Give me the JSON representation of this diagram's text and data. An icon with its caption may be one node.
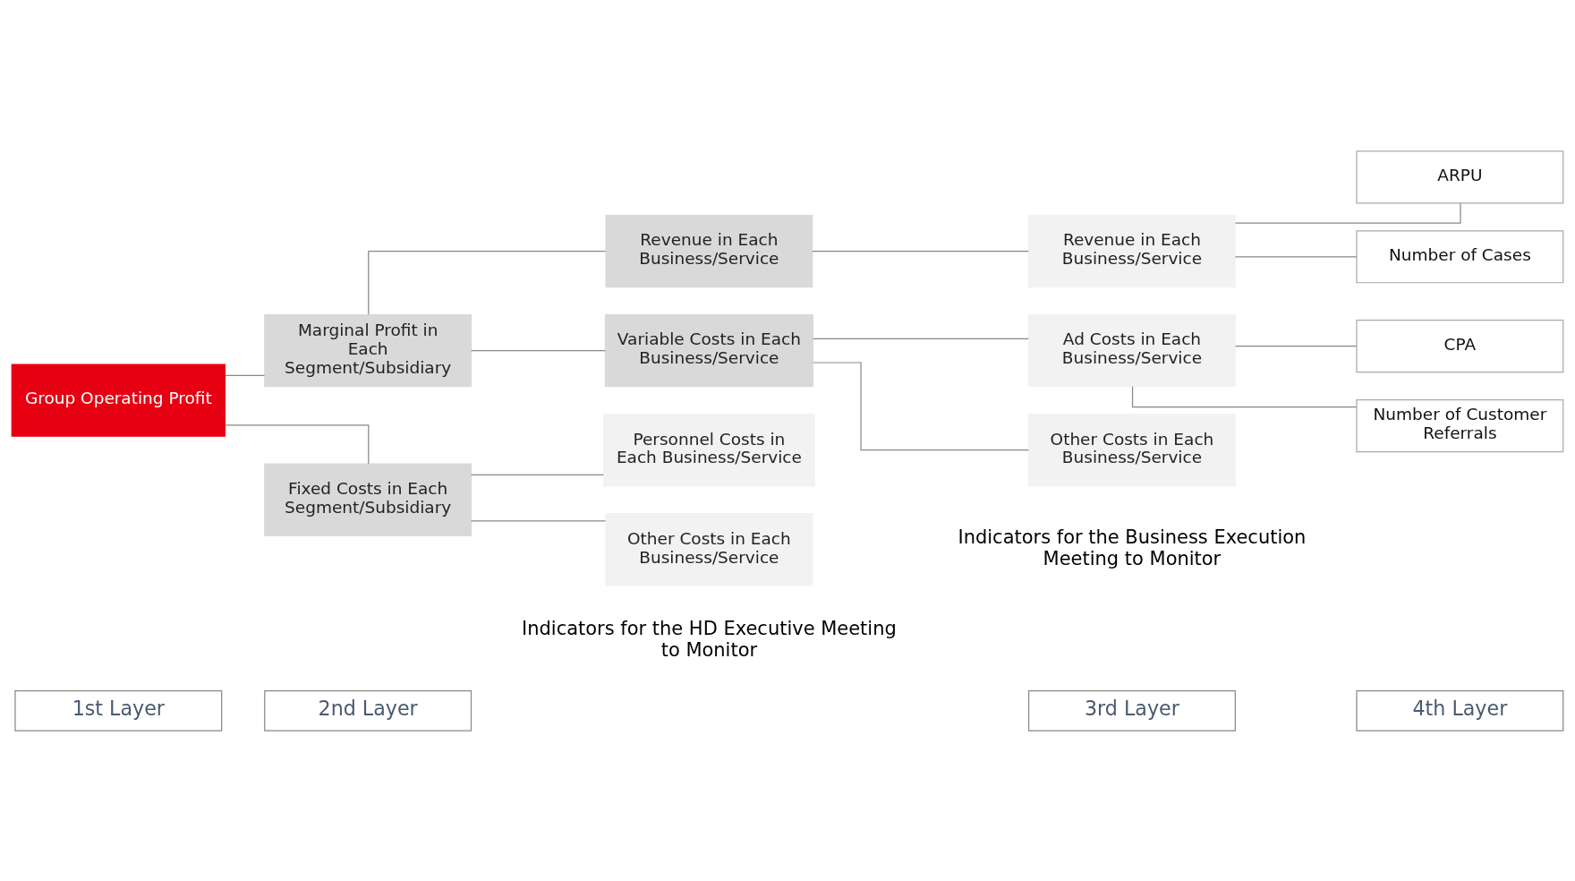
{
  "diagram": {
    "nodes": [
      {
        "text": [
          "1st Layer"
        ]
      },
      {
        "text": [
          "2nd Layer"
        ]
      },
      {
        "text": [
          "3rd Layer"
        ]
      },
      {
        "text": [
          "4th Layer"
        ]
      },
      {
        "text": [
          "Group Operating Profit"
        ]
      },
      {
        "text": [
          "Marginal Profit in Each Segment/Subsidiary"
        ]
      },
      {
        "text": [
          "Revenue in Each Business/Service"
        ]
      },
      {
        "text": [
          "Variable Costs in Each Business/Service"
        ]
      },
      {
        "text": [
          "Revenue in Each Business/Service"
        ]
      },
      {
        "text": [
          "ARPU"
        ]
      },
      {
        "text": [
          "Number of Cases"
        ]
      },
      {
        "text": [
          "Ad Costs in Each Business/Service"
        ]
      },
      {
        "text": [
          "CPA"
        ]
      },
      {
        "text": [
          "Number of Customer Referrals"
        ]
      },
      {
        "text": [
          "Other Costs in Each Business/Service"
        ]
      },
      {
        "text": [
          "Fixed Costs in Each Segment/Subsidiary"
        ]
      },
      {
        "text": [
          "Personnel Costs in Each Business/Service"
        ]
      },
      {
        "text": [
          "Other Costs in Each Business/Service"
        ]
      }
    ],
    "edges": [
      {
        "from": 4,
        "to": 5,
        "arrow": "none"
      },
      {
        "from": 4,
        "to": 15,
        "arrow": "none"
      },
      {
        "from": 5,
        "to": 6,
        "arrow": "none"
      },
      {
        "from": 5,
        "to": 7,
        "arrow": "none"
      },
      {
        "from": 6,
        "to": 8,
        "arrow": "none"
      },
      {
        "from": 7,
        "to": 11,
        "arrow": "none"
      },
      {
        "from": 7,
        "to": 14,
        "arrow": "none"
      },
      {
        "from": 15,
        "to": 16,
        "arrow": "none"
      },
      {
        "from": 15,
        "to": 17,
        "arrow": "none"
      },
      {
        "from": 8,
        "to": 9,
        "arrow": "none"
      },
      {
        "from": 8,
        "to": 10,
        "arrow": "none"
      },
      {
        "from": 11,
        "to": 12,
        "arrow": "none"
      },
      {
        "from": 11,
        "to": 13,
        "arrow": "none"
      }
    ],
    "labels": [
      "Indicators for the HD Executive Meeting to Monitor",
      "Indicators for the Business Execution Meeting to Monitor"
    ]
  }
}
